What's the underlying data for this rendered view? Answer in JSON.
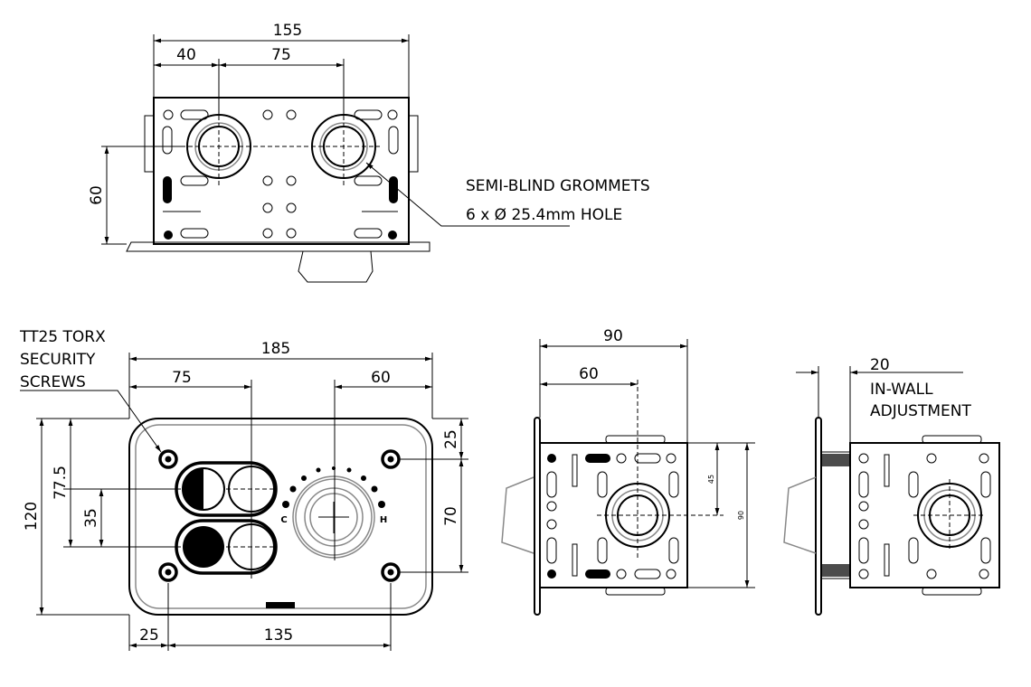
{
  "top_view": {
    "dims": {
      "overall_width": "155",
      "left_offset": "40",
      "hole_spacing": "75",
      "height": "60"
    },
    "callout": {
      "line1": "SEMI-BLIND GROMMETS",
      "line2": "6 x Ø 25.4mm HOLE"
    }
  },
  "front_view": {
    "callout": {
      "line1": "TT25 TORX",
      "line2": "SECURITY",
      "line3": "SCREWS"
    },
    "dims": {
      "overall_width": "185",
      "button_offset": "75",
      "knob_offset": "60",
      "top_screw": "25",
      "screw_vertical": "70",
      "overall_height": "120",
      "button_height": "77.5",
      "button_spacing": "35",
      "left_screw": "25",
      "screw_horizontal": "135"
    },
    "knob_labels": {
      "cold": "C",
      "hot": "H"
    }
  },
  "side_view": {
    "dims": {
      "depth": "90",
      "hole_depth": "60",
      "hole_height": "45",
      "height": "90"
    }
  },
  "adjust_view": {
    "dims": {
      "adjustment": "20"
    },
    "callout": {
      "line1": "IN-WALL",
      "line2": "ADJUSTMENT"
    }
  }
}
